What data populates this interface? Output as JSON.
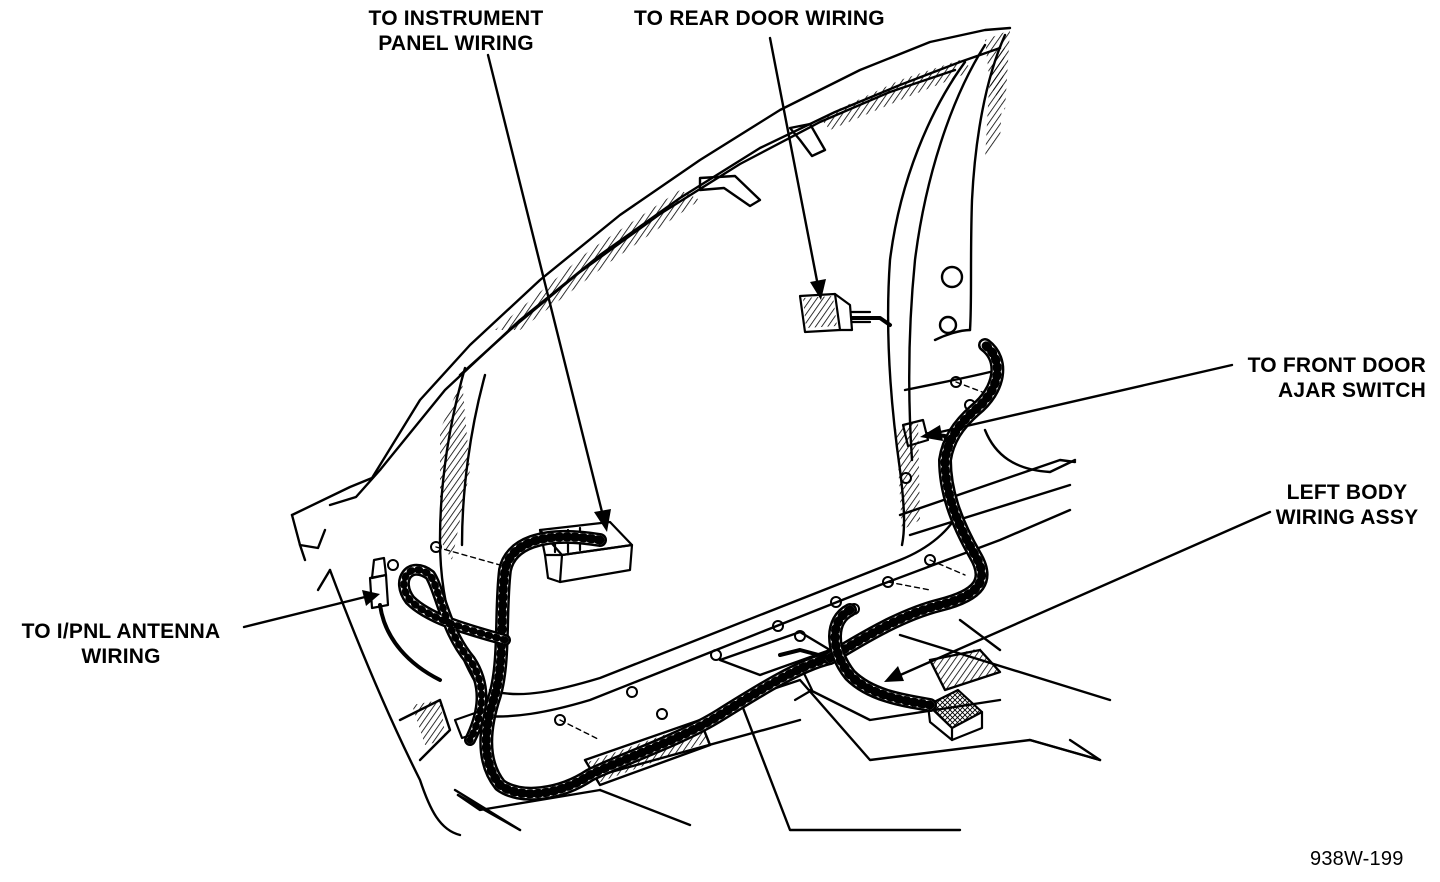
{
  "callouts": {
    "instrument_panel": {
      "line1": "TO INSTRUMENT",
      "line2": "PANEL WIRING"
    },
    "rear_door": {
      "line1": "TO REAR DOOR WIRING"
    },
    "front_door_ajar": {
      "line1": "TO FRONT DOOR",
      "line2": "AJAR SWITCH"
    },
    "left_body": {
      "line1": "LEFT BODY",
      "line2": "WIRING ASSY"
    },
    "antenna": {
      "line1": "TO I/PNL ANTENNA",
      "line2": "WIRING"
    }
  },
  "figure_id": "938W-199"
}
